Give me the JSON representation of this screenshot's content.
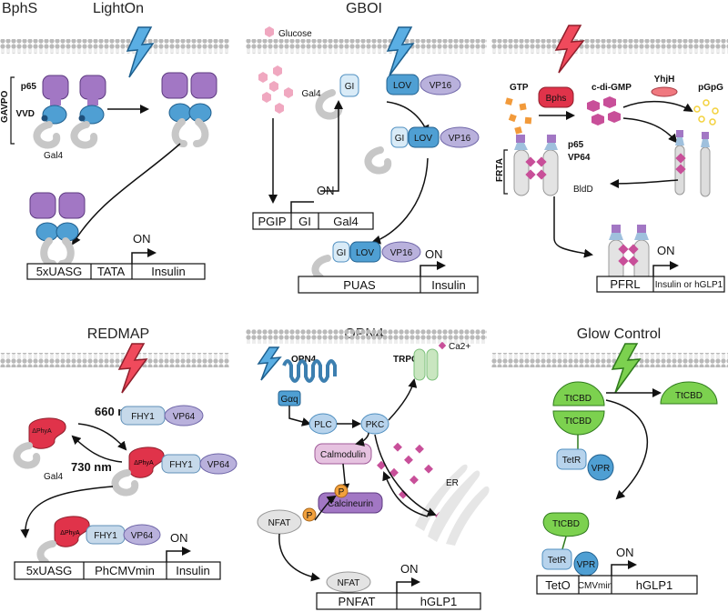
{
  "panels": {
    "p1": {
      "corner_label": "BphS",
      "title": "LightOn",
      "gavpo": "GAVPO",
      "p65": "p65",
      "vvd": "VVD",
      "gal4": "Gal4",
      "on": "ON",
      "promoter": [
        "5xUASG",
        "TATA",
        "Insulin"
      ]
    },
    "p2": {
      "title": "GBOI",
      "glucose": "Glucose",
      "gal4": "Gal4",
      "gi": "GI",
      "lov": "LOV",
      "vp16": "VP16",
      "on": "ON",
      "promoter1": [
        "PGIP",
        "GI",
        "Gal4"
      ],
      "promoter2": [
        "PUAS",
        "Insulin"
      ]
    },
    "p3": {
      "gtp": "GTP",
      "bphs": "Bphs",
      "cdigmp": "c-di-GMP",
      "yhjh": "YhjH",
      "pgpg": "pGpG",
      "frta": "FRTA",
      "p65": "p65",
      "vp64": "VP64",
      "bldd": "BldD",
      "on": "ON",
      "promoter": [
        "PFRL",
        "Insulin or hGLP1"
      ]
    },
    "p4": {
      "title": "REDMAP",
      "nm660": "660 nm",
      "nm730": "730 nm",
      "phya": "ΔPhyA",
      "fhy1": "FHY1",
      "vp64": "VP64",
      "gal4": "Gal4",
      "on": "ON",
      "promoter": [
        "5xUASG",
        "PhCMVmin",
        "Insulin"
      ]
    },
    "p5": {
      "title": "OPN4",
      "opn4": "OPN4",
      "gaq": "Gαq",
      "plc": "PLC",
      "pkc": "PKC",
      "trpc": "TRPC",
      "ca": "Ca2+",
      "calmodulin": "Calmodulin",
      "calcineurin": "Calcineurin",
      "nfat": "NFAT",
      "p": "P",
      "er": "ER",
      "on": "ON",
      "promoter": [
        "PNFAT",
        "hGLP1"
      ]
    },
    "p6": {
      "title": "Glow Control",
      "ttcbd": "TtCBD",
      "tetr": "TetR",
      "vpr": "VPR",
      "on": "ON",
      "promoter": [
        "TetO",
        "CMVmin",
        "hGLP1"
      ]
    }
  },
  "colors": {
    "membrane_head": "#b9b9b9",
    "purple": "#a277c4",
    "blue": "#4f9fd3",
    "red": "#e0334a",
    "lavender": "#b9b1dc",
    "pink": "#c84f99",
    "orange": "#f29a3a",
    "green": "#6ec24c",
    "yellow": "#f3d13c"
  }
}
